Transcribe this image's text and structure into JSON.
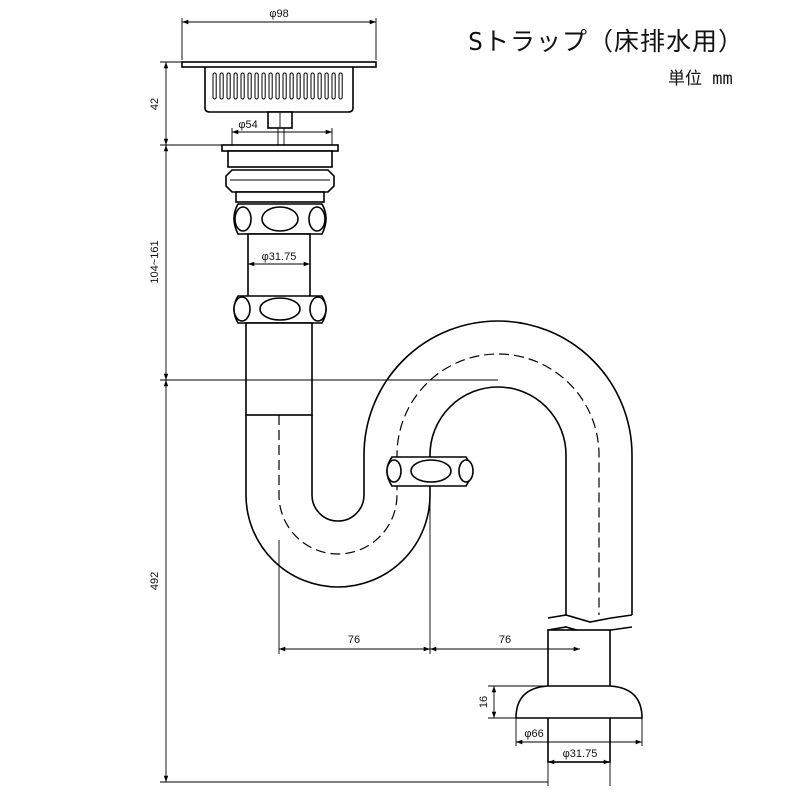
{
  "title": "Sトラップ（床排水用）",
  "unit": "単位 mm",
  "dimensions": {
    "strainer_dia": "φ98",
    "strainer_height": "42",
    "flange_dia": "φ54",
    "tail_dia": "φ31.75",
    "adjust_length": "104~161",
    "total_height": "492",
    "offset_left": "76",
    "offset_right": "76",
    "floor_flange_height": "16",
    "floor_flange_dia": "φ66",
    "outlet_dia": "φ31.75"
  }
}
